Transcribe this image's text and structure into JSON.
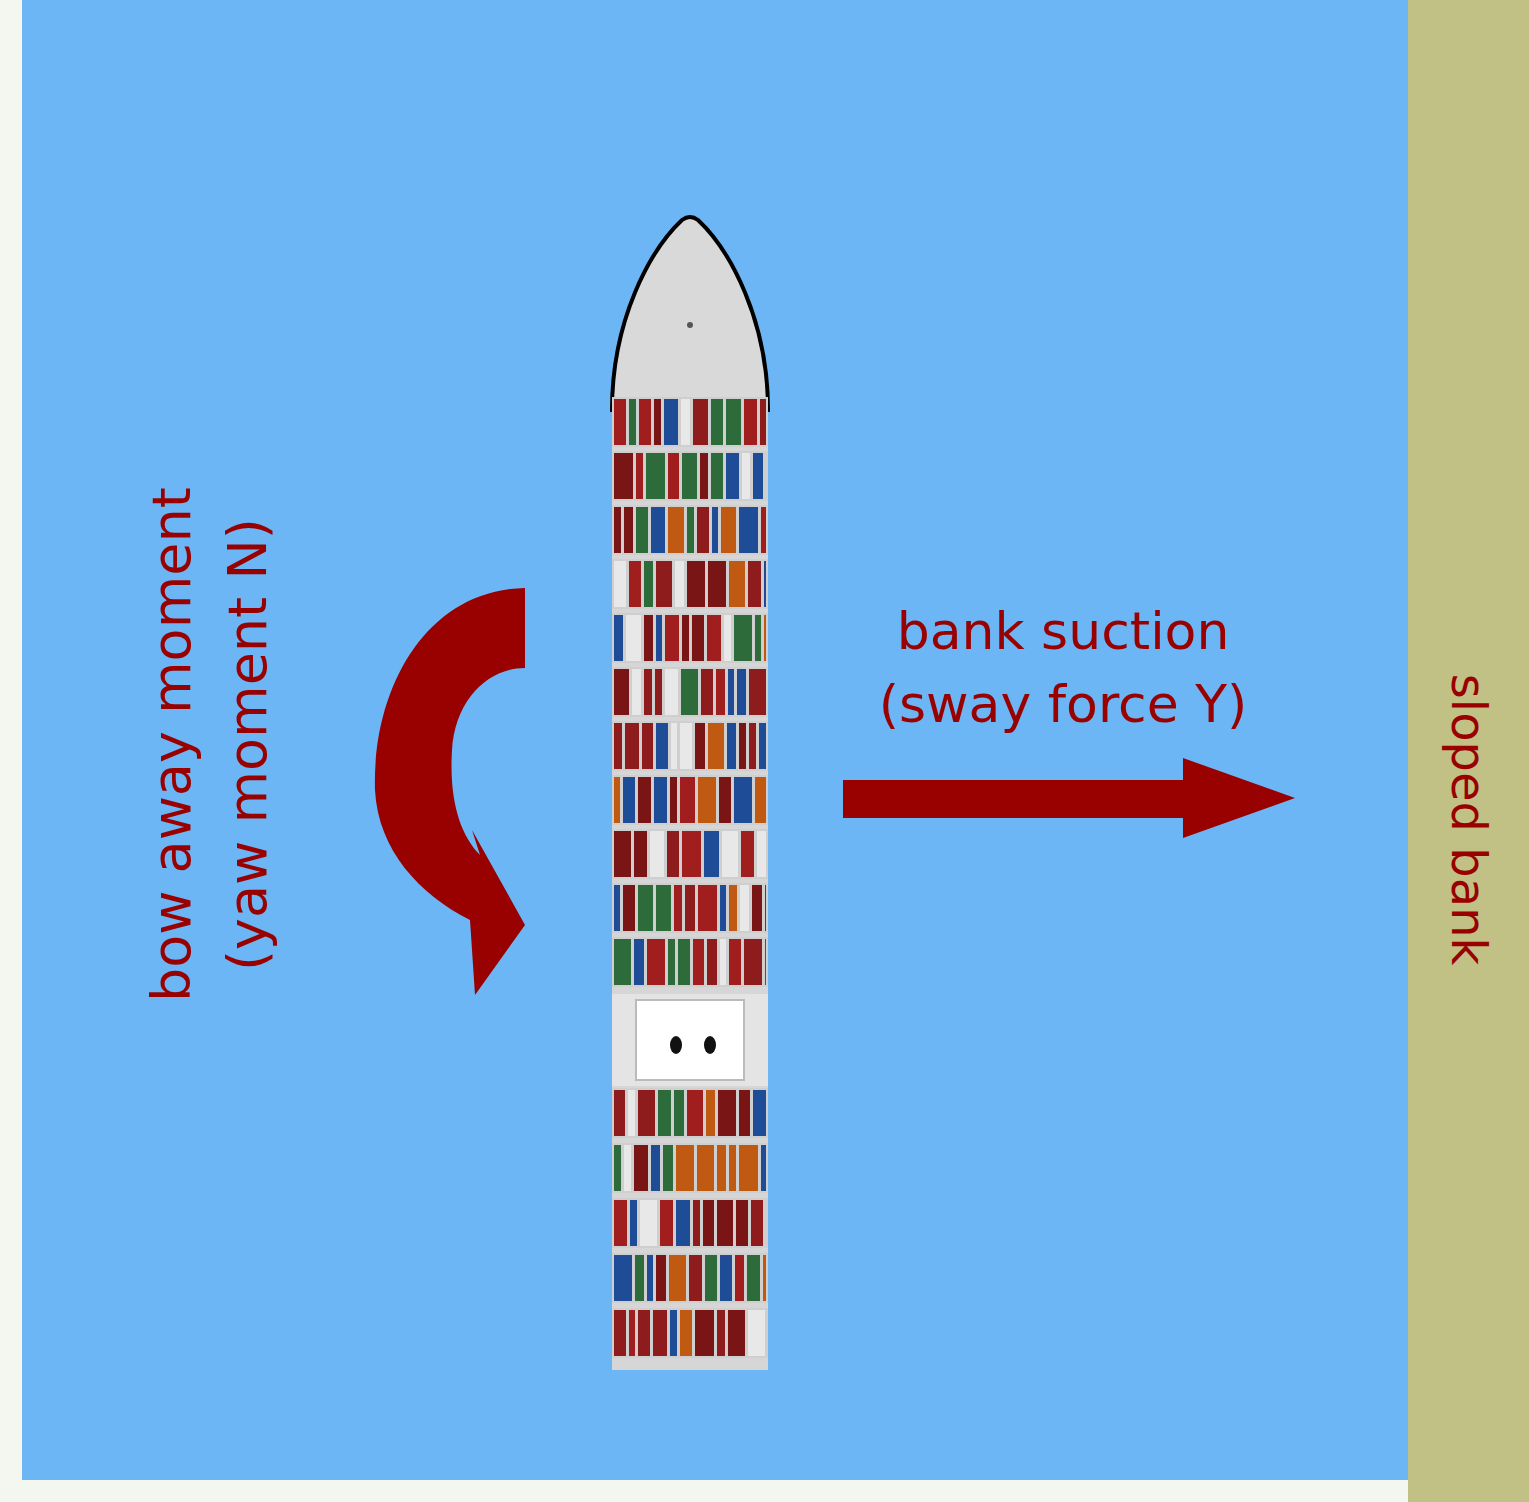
{
  "diagram": {
    "nodes": [
      {
        "text": [
          "sloped bank"
        ]
      }
    ],
    "labels": [
      "bow away moment (yaw moment N)",
      "bank suction (sway force Y)"
    ]
  }
}
